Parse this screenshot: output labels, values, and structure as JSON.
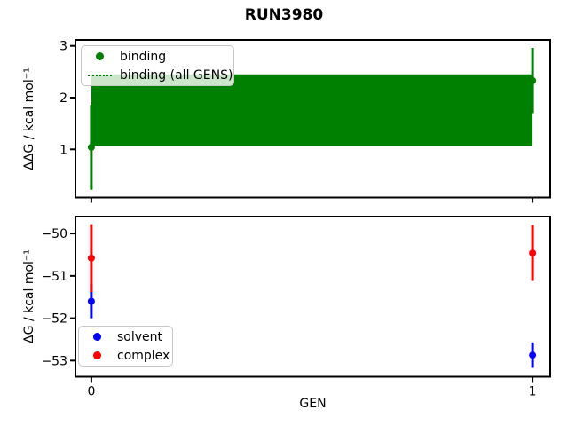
{
  "title": "RUN3980",
  "colors": {
    "binding": "#008000",
    "solvent": "#0000ff",
    "complex": "#ff0000",
    "axes": "#000000"
  },
  "chart_data": [
    {
      "type": "scatter",
      "title": "",
      "ylabel": "ΔΔG / kcal mol⁻¹",
      "xlabel": "",
      "x": [
        0,
        1
      ],
      "series": [
        {
          "name": "binding",
          "color": "#008000",
          "marker": "circle",
          "y": [
            1.04,
            2.33
          ],
          "yerr": [
            0.82,
            0.63
          ]
        }
      ],
      "band": {
        "name": "binding (all GENS)",
        "color": "#008000",
        "x_range": [
          0,
          1
        ],
        "y_low": 1.07,
        "y_high": 2.45
      },
      "xlim": [
        -0.036,
        1.04
      ],
      "ylim": [
        0.07,
        3.115
      ],
      "yticks": [
        1,
        2,
        3
      ],
      "xticks": [
        0,
        1
      ],
      "show_xtick_labels": false,
      "grid": false,
      "legend": {
        "position": "upper-left",
        "entries": [
          {
            "label": "binding",
            "glyph": "dot",
            "color": "#008000"
          },
          {
            "label": "binding (all GENS)",
            "glyph": "dotted-line",
            "color": "#008000"
          }
        ]
      }
    },
    {
      "type": "scatter",
      "title": "",
      "ylabel": "ΔG / kcal mol⁻¹",
      "xlabel": "GEN",
      "x": [
        0,
        1
      ],
      "series": [
        {
          "name": "solvent",
          "color": "#0000ff",
          "marker": "circle",
          "y": [
            -51.6,
            -52.87
          ],
          "yerr": [
            0.4,
            0.3
          ]
        },
        {
          "name": "complex",
          "color": "#ff0000",
          "marker": "circle",
          "y": [
            -50.58,
            -50.46
          ],
          "yerr": [
            0.8,
            0.66
          ]
        }
      ],
      "xlim": [
        -0.036,
        1.04
      ],
      "ylim": [
        -53.38,
        -49.6
      ],
      "yticks": [
        -50,
        -51,
        -52,
        -53
      ],
      "xticks": [
        0,
        1
      ],
      "show_xtick_labels": true,
      "grid": false,
      "legend": {
        "position": "lower-left",
        "entries": [
          {
            "label": "solvent",
            "glyph": "dot",
            "color": "#0000ff"
          },
          {
            "label": "complex",
            "glyph": "dot",
            "color": "#ff0000"
          }
        ]
      }
    }
  ]
}
